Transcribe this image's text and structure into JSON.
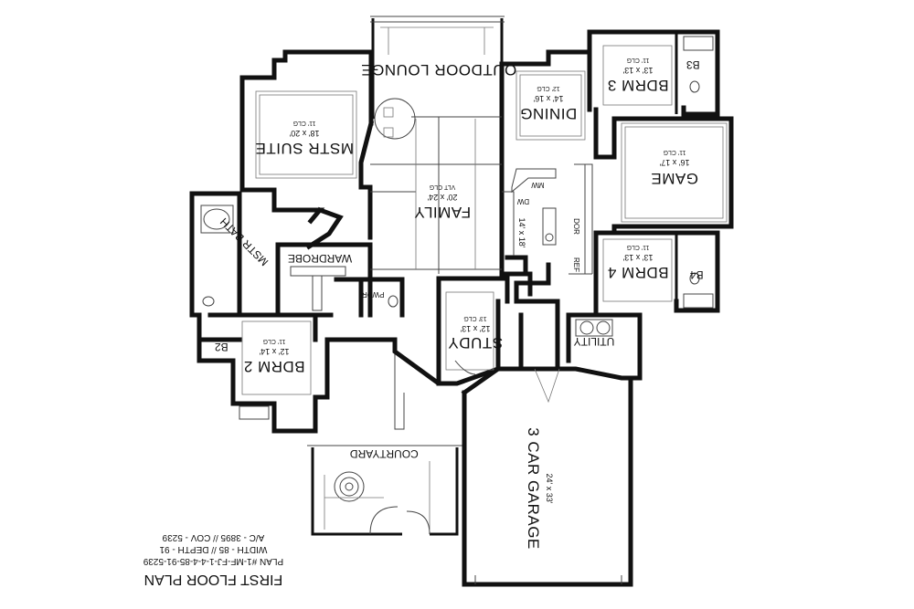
{
  "rooms": {
    "outdoor_lounge": "OUTDOOR LOUNGE",
    "mstr_suite": {
      "name": "MSTR SUITE",
      "size": "18' x 20'",
      "clg": "11' CLG"
    },
    "dining": {
      "name": "DINING",
      "size": "14' x 16'",
      "clg": "12' CLG"
    },
    "bdrm3": {
      "name": "BDRM 3",
      "size": "13' x 13'",
      "clg": "11' CLG"
    },
    "b3": "B3",
    "game": {
      "name": "GAME",
      "size": "16' x 17'",
      "clg": "11' CLG"
    },
    "family": {
      "name": "FAMILY",
      "size": "20' x 24'",
      "clg": "VLT CLG"
    },
    "kitchen": {
      "size": "14' x 18'"
    },
    "mstr_bath": "MSTR BATH",
    "wardrobe": "WARDROBE",
    "pwdr": "PWDR",
    "bdrm4": {
      "name": "BDRM 4",
      "size": "13' x 13'",
      "clg": "11' CLG"
    },
    "b4": "B4",
    "study": {
      "name": "STUDY",
      "size": "12' x 13'",
      "clg": "13' CLG"
    },
    "utility": "UTILITY",
    "bdrm2": {
      "name": "BDRM 2",
      "size": "12' x 14'",
      "clg": "11' CLG"
    },
    "b2": "B2",
    "courtyard": "COURTYARD",
    "garage": {
      "name": "3 CAR GARAGE",
      "size": "24' x 33'"
    }
  },
  "fixtures": {
    "mw": "MW",
    "dw": "DW",
    "dor": "DOR",
    "ref": "REF"
  },
  "plan_info": {
    "title": "FIRST FLOOR PLAN",
    "plan_number": "PLAN #1-MF-FJ-1-4-4-85-91-5239",
    "dimensions": "WIDTH - 85 // DEPTH - 91",
    "area": "A/C - 3895 // COV - 5239"
  }
}
